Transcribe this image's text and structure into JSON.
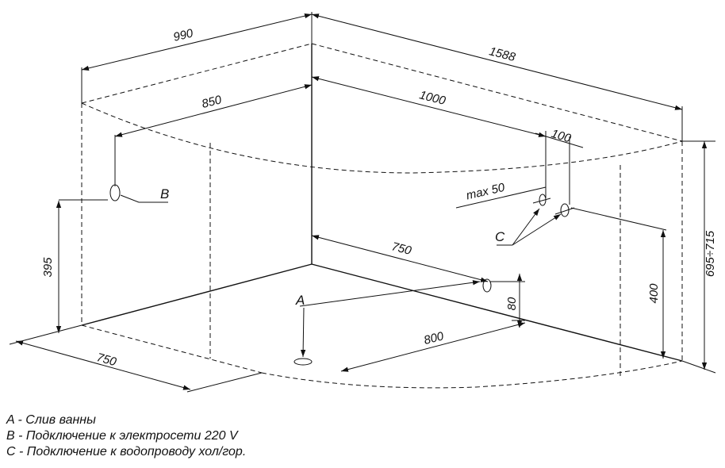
{
  "dimensions": {
    "d990": "990",
    "d1588": "1588",
    "d850": "850",
    "d1000": "1000",
    "d100": "100",
    "dmax50": "max  50",
    "d695": "695÷715",
    "d395": "395",
    "d400": "400",
    "d750_floor": "750",
    "d750_left": "750",
    "d80": "80",
    "d800": "800"
  },
  "labels": {
    "a": "A",
    "b": "B",
    "c": "C"
  },
  "legend": {
    "a": "A - Слив ванны",
    "b": "B - Подключение к электросети 220 V",
    "c": "C - Подключение к водопроводу хол/гор."
  }
}
